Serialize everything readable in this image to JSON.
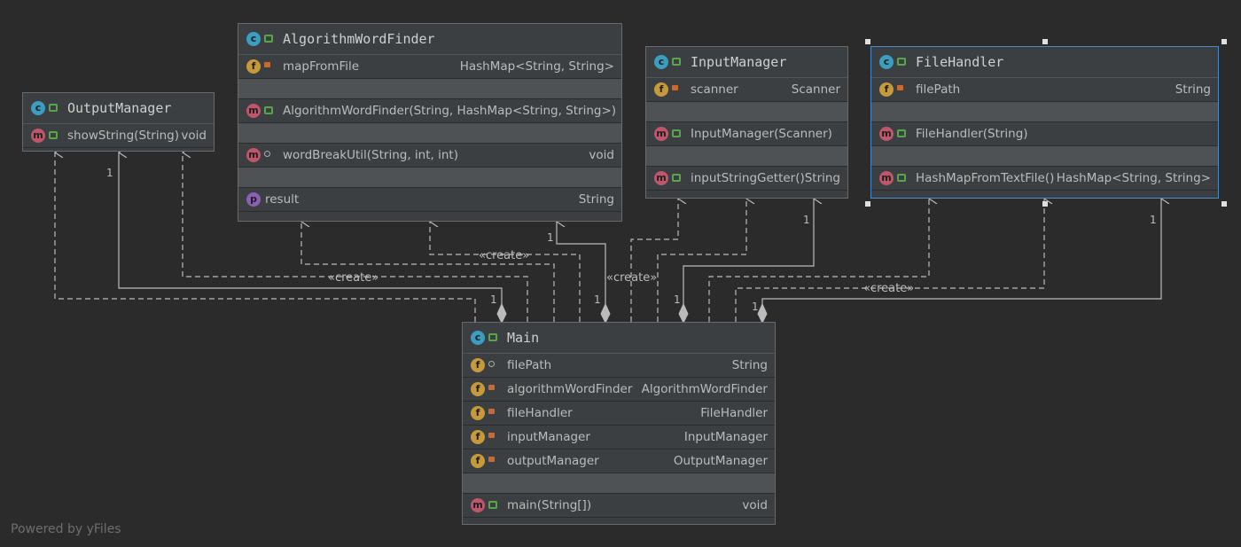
{
  "classes": {
    "algorithm_word_finder": {
      "name": "AlgorithmWordFinder",
      "fields": [
        {
          "name": "mapFromFile",
          "type": "HashMap<String, String>"
        }
      ],
      "constructors": [
        {
          "name": "AlgorithmWordFinder(String, HashMap<String, String>)"
        }
      ],
      "methods": [
        {
          "name": "wordBreakUtil(String, int, int)",
          "type": "void"
        }
      ],
      "properties": [
        {
          "name": "result",
          "type": "String"
        }
      ]
    },
    "output_manager": {
      "name": "OutputManager",
      "methods": [
        {
          "name": "showString(String)",
          "type": "void"
        }
      ]
    },
    "input_manager": {
      "name": "InputManager",
      "fields": [
        {
          "name": "scanner",
          "type": "Scanner"
        }
      ],
      "constructors": [
        {
          "name": "InputManager(Scanner)"
        }
      ],
      "methods": [
        {
          "name": "inputStringGetter()",
          "type": "String"
        }
      ]
    },
    "file_handler": {
      "name": "FileHandler",
      "fields": [
        {
          "name": "filePath",
          "type": "String"
        }
      ],
      "constructors": [
        {
          "name": "FileHandler(String)"
        }
      ],
      "methods": [
        {
          "name": "HashMapFromTextFile()",
          "type": "HashMap<String, String>"
        }
      ]
    },
    "main": {
      "name": "Main",
      "fields": [
        {
          "name": "filePath",
          "type": "String"
        },
        {
          "name": "algorithmWordFinder",
          "type": "AlgorithmWordFinder"
        },
        {
          "name": "fileHandler",
          "type": "FileHandler"
        },
        {
          "name": "inputManager",
          "type": "InputManager"
        },
        {
          "name": "outputManager",
          "type": "OutputManager"
        }
      ],
      "methods": [
        {
          "name": "main(String[])",
          "type": "void"
        }
      ]
    }
  },
  "badges": {
    "class": "c",
    "field": "f",
    "method": "m",
    "property": "p"
  },
  "edge_labels": {
    "create": "«create»",
    "one": "1"
  },
  "icons": [
    "class-icon",
    "field-icon",
    "method-icon",
    "property-icon",
    "public-lock-icon",
    "private-lock-icon",
    "package-dot-icon",
    "main-run-icon"
  ],
  "colors": {
    "background": "#2b2b2b",
    "node": "#3c3f41",
    "selected_border": "#4a88c7",
    "class_badge": "#3b9ec0",
    "field_badge": "#c69a3a",
    "method_badge": "#c0566a",
    "property_badge": "#8b5fb5"
  },
  "footer": "Powered by yFiles"
}
